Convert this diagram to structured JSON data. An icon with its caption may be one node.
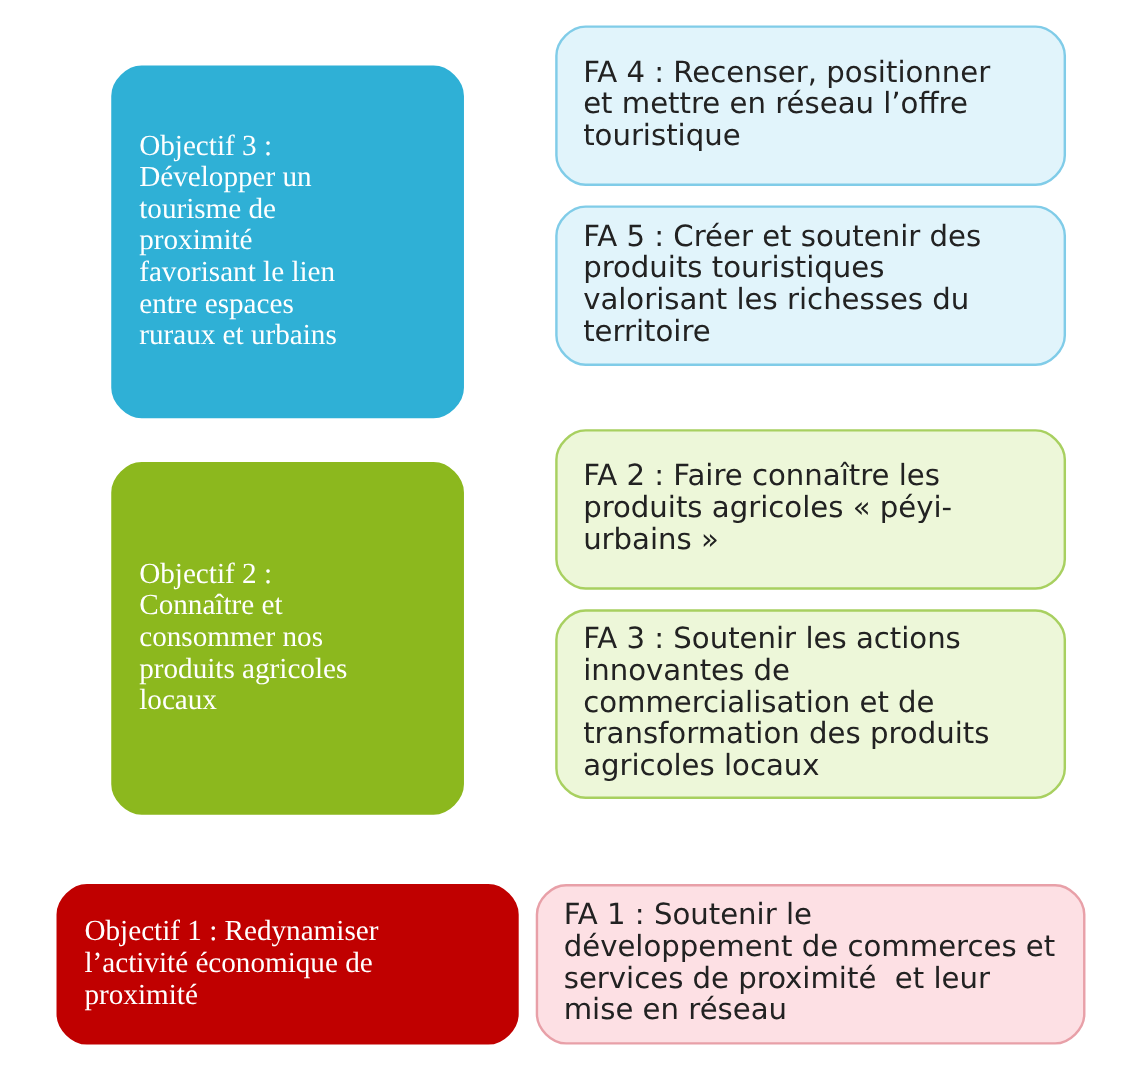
{
  "diagram": {
    "nodes": [
      {
        "text": [
          "Objectif 1 : Redynamiser l’activité économique de proximité"
        ]
      },
      {
        "text": [
          "FA 1 : Soutenir le développement de commerces et services de proximité  et leur mise en réseau"
        ]
      },
      {
        "text": [
          "Objectif 2 : Connaître et consommer nos produits agricoles locaux"
        ]
      },
      {
        "text": [
          "FA 2 : Faire connaître les produits agricoles « péyi-urbains »"
        ]
      },
      {
        "text": [
          "FA 3 : Soutenir les actions innovantes de commercialisation et de transformation des produits agricoles locaux"
        ]
      },
      {
        "text": [
          "Objectif 3 : Développer un tourisme de proximité favorisant le lien entre espaces ruraux et urbains"
        ]
      },
      {
        "text": [
          "FA 4 : Recenser, positionner et mettre en réseau l’offre touristique"
        ]
      },
      {
        "text": [
          "FA 5 : Créer et soutenir des produits touristiques valorisant les richesses du territoire"
        ]
      }
    ]
  }
}
